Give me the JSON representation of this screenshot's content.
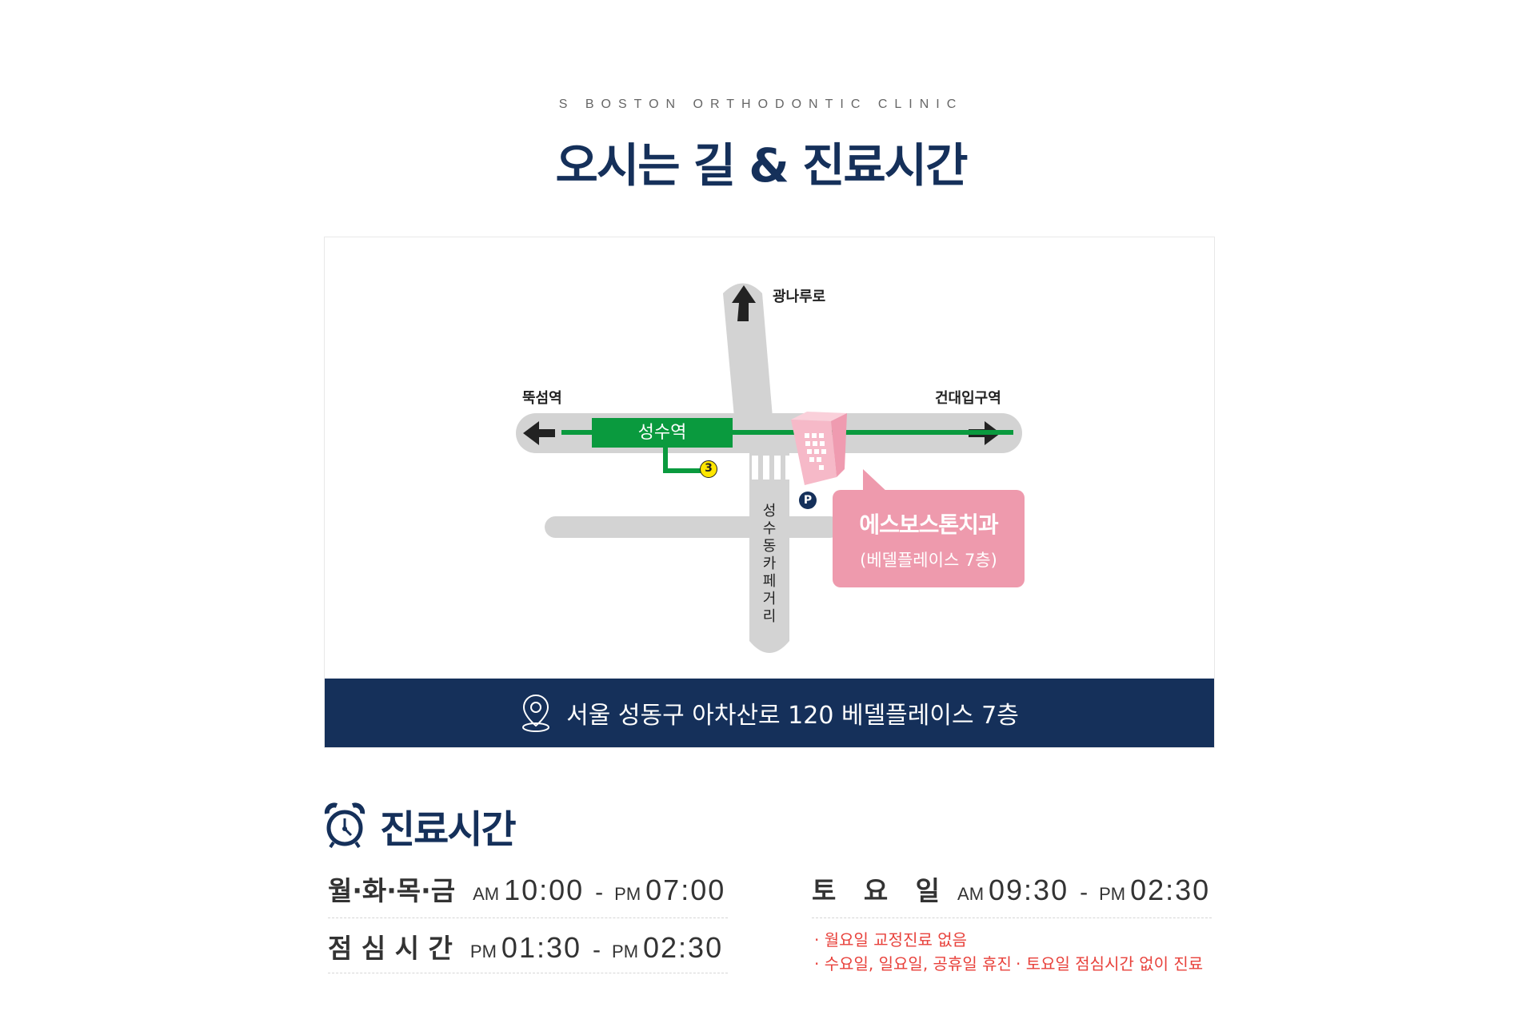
{
  "header": {
    "subtitle": "S BOSTON ORTHODONTIC CLINIC",
    "title": "오시는 길 & 진료시간"
  },
  "map": {
    "labels": {
      "north_road": "광나루로",
      "west_station": "뚝섬역",
      "east_station": "건대입구역",
      "station": "성수역",
      "exit_number": "3",
      "parking": "P",
      "street_vertical": [
        "성",
        "수",
        "동",
        "카",
        "페",
        "거",
        "리"
      ]
    },
    "callout": {
      "name": "에스보스톤치과",
      "floor": "(베델플레이스 7층)"
    },
    "colors": {
      "road": "#d3d3d3",
      "subway_line": "#0a9a3e",
      "building": "#f3b3c3",
      "callout": "#ee9aad",
      "exit_badge": "#ffe600"
    }
  },
  "address": {
    "icon": "location-pin-icon",
    "text": "서울 성동구 아차산로 120 베델플레이스 7층"
  },
  "hours": {
    "icon": "alarm-clock-icon",
    "title": "진료시간",
    "rows": [
      {
        "day": "월·화·목·금",
        "start_ampm": "AM",
        "start": "10:00",
        "sep": "-",
        "end_ampm": "PM",
        "end": "07:00"
      },
      {
        "day": "점 심 시 간",
        "start_ampm": "PM",
        "start": "01:30",
        "sep": "-",
        "end_ampm": "PM",
        "end": "02:30"
      },
      {
        "day": "토   요   일",
        "start_ampm": "AM",
        "start": "09:30",
        "sep": "-",
        "end_ampm": "PM",
        "end": "02:30"
      }
    ],
    "notes": [
      "· 월요일 교정진료 없음",
      "· 수요일, 일요일, 공휴일 휴진",
      "· 토요일 점심시간 없이 진료"
    ],
    "colors": {
      "title": "#15305a",
      "notes": "#e8413b"
    }
  }
}
